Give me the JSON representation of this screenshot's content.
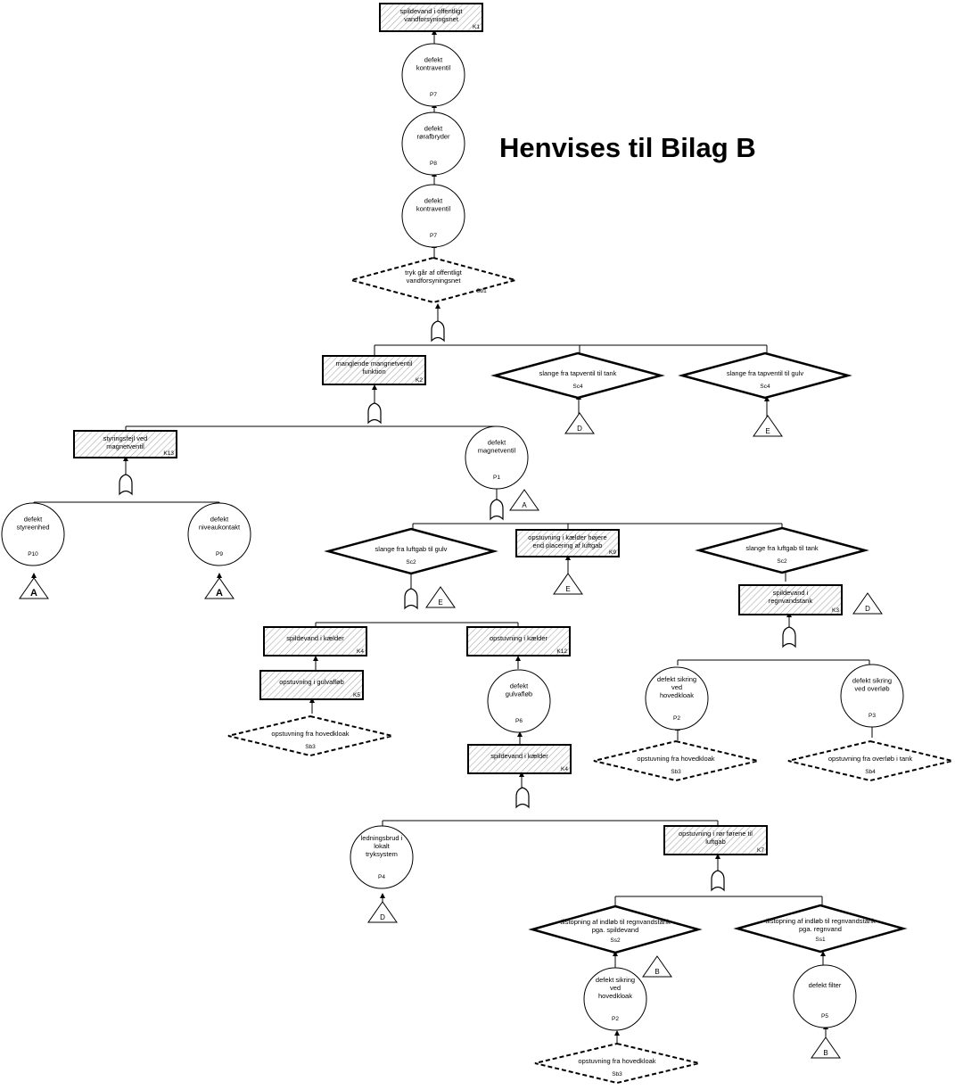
{
  "title": "Henvises til Bilag B",
  "nodes": {
    "k1": {
      "lines": [
        "spildevand i offentligt",
        "vandforsyningsnet"
      ],
      "code": "K1"
    },
    "p7a": {
      "lines": [
        "defekt",
        "kontraventil"
      ],
      "code": "P7"
    },
    "p8": {
      "lines": [
        "defekt",
        "rørafbryder"
      ],
      "code": "P8"
    },
    "p7b": {
      "lines": [
        "defekt",
        "kontraventil"
      ],
      "code": "P7"
    },
    "sb1": {
      "lines": [
        "tryk går af offentligt",
        "vandforsyningsnet"
      ],
      "code": "Sb1"
    },
    "k2": {
      "lines": [
        "manglende mangnetventil",
        "funktion"
      ],
      "code": "K2"
    },
    "sc4a": {
      "lines": [
        "slange fra tapventil til tank"
      ],
      "code": "Sc4"
    },
    "sc4b": {
      "lines": [
        "slange fra tapventil til gulv"
      ],
      "code": "Sc4"
    },
    "k13": {
      "lines": [
        "styringsfejl ved",
        "magnetventil"
      ],
      "code": "K13"
    },
    "p1": {
      "lines": [
        "defekt",
        "magnetventil"
      ],
      "code": "P1"
    },
    "p10": {
      "lines": [
        "defekt",
        "styreenhed"
      ],
      "code": "P10"
    },
    "p9": {
      "lines": [
        "defekt",
        "niveaukontakt"
      ],
      "code": "P9"
    },
    "sc2a": {
      "lines": [
        "slange fra luftgab til gulv"
      ],
      "code": "Sc2"
    },
    "k9": {
      "lines": [
        "opstuvning i kælder højere",
        "end placering af luftgab"
      ],
      "code": "K9"
    },
    "sc2b": {
      "lines": [
        "slange fra luftgab til tank"
      ],
      "code": "Sc2"
    },
    "k3": {
      "lines": [
        "spildevand i",
        "regnvandstank"
      ],
      "code": "K3"
    },
    "k4a": {
      "lines": [
        "spildevand i kælder"
      ],
      "code": "K4"
    },
    "k12": {
      "lines": [
        "opstuvning i kælder"
      ],
      "code": "K12"
    },
    "k5": {
      "lines": [
        "opstuvning i gulvafløb"
      ],
      "code": "K5"
    },
    "sb3a": {
      "lines": [
        "opstuvning fra hovedkloak"
      ],
      "code": "Sb3"
    },
    "p6": {
      "lines": [
        "defekt",
        "gulvafløb"
      ],
      "code": "P6"
    },
    "p2a": {
      "lines": [
        "defekt sikring",
        "ved",
        "hovedkloak"
      ],
      "code": "P2"
    },
    "p3": {
      "lines": [
        "defekt sikring",
        "ved overløb"
      ],
      "code": "P3"
    },
    "sb3b": {
      "lines": [
        "opstuvning fra hovedkloak"
      ],
      "code": "Sb3"
    },
    "sb4": {
      "lines": [
        "opstuvning fra overløb i tank"
      ],
      "code": "Sb4"
    },
    "k4b": {
      "lines": [
        "spildevand i kælder"
      ],
      "code": "K4"
    },
    "p4": {
      "lines": [
        "ledningsbrud i",
        "lokalt",
        "tryksystem"
      ],
      "code": "P4"
    },
    "k7": {
      "lines": [
        "opstuvning i rør førene til",
        "luftgab"
      ],
      "code": "K7"
    },
    "ss2": {
      "lines": [
        "tilstopning af indløb til regnvandstank",
        "pga. spildevand"
      ],
      "code": "Ss2"
    },
    "ss1": {
      "lines": [
        "tilstopning af indløb til regnvandstank",
        "pga. regnvand"
      ],
      "code": "Ss1"
    },
    "p2b": {
      "lines": [
        "defekt sikring",
        "ved",
        "hovedkloak"
      ],
      "code": "P2"
    },
    "p5": {
      "lines": [
        "defekt filter"
      ],
      "code": "P5"
    },
    "sb3c": {
      "lines": [
        "opstuvning fra hovedkloak"
      ],
      "code": "Sb3"
    }
  },
  "transfers": {
    "t_d1": "D",
    "t_e1": "E",
    "t_a_p1": "A",
    "t_a_p10": "A",
    "t_a_p9": "A",
    "t_e_gate": "E",
    "t_e_k9": "E",
    "t_d_k3": "D",
    "t_d_p4": "D",
    "t_b_ss2": "B",
    "t_b_p5": "B"
  }
}
